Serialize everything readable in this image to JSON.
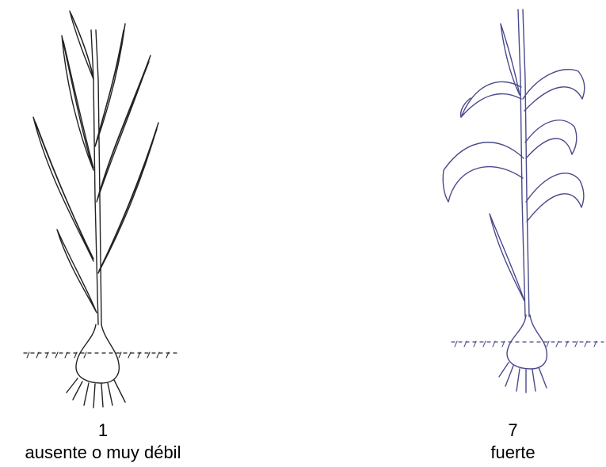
{
  "figures": [
    {
      "score": "1",
      "label": "ausente o muy débil",
      "ink_color": "#222222"
    },
    {
      "score": "7",
      "label": "fuerte",
      "ink_color": "#4a4a8c"
    }
  ]
}
